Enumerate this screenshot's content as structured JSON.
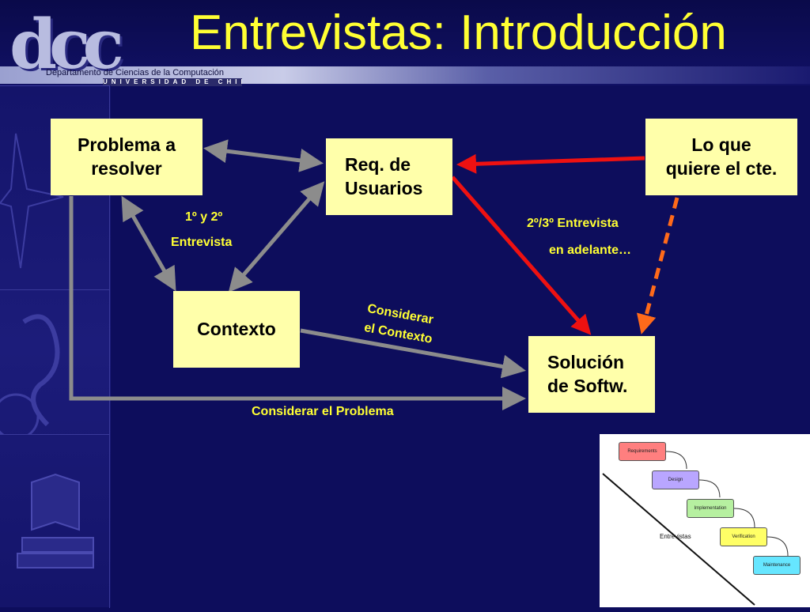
{
  "header": {
    "title": "Entrevistas: Introducción",
    "logo_text": "dcc",
    "department": "Departamento de Ciencias de la Computación",
    "university": "UNIVERSIDAD DE CHILE"
  },
  "nodes": {
    "problema": "Problema a\nresolver",
    "requisitos": "Req. de\nUsuarios",
    "cliente": "Lo que\nquiere el cte.",
    "contexto": "Contexto",
    "solucion": "Solución\nde Softw."
  },
  "edge_labels": {
    "primera_segunda_1": "1º y 2º",
    "primera_segunda_2": "Entrevista",
    "segunda_tercera_1": "2º/3º Entrevista",
    "segunda_tercera_2": "en adelante…",
    "considerar_contexto_1": "Considerar",
    "considerar_contexto_2": "el Contexto",
    "considerar_problema": "Considerar el Problema"
  },
  "waterfall": {
    "steps": [
      "Requirements",
      "Design",
      "Implementation",
      "Verification",
      "Maintenance"
    ],
    "step_colors": [
      "#ff7f7f",
      "#b9a6ff",
      "#b6f0a0",
      "#ffff66",
      "#66e6ff"
    ],
    "label": "Entrevistas"
  },
  "colors": {
    "background": "#0d0d5c",
    "title": "#ffff33",
    "box": "#ffffaa",
    "gray_arrow": "#8c8c8c",
    "red_arrow": "#ee1111",
    "orange_arrow": "#ff6a1a"
  }
}
